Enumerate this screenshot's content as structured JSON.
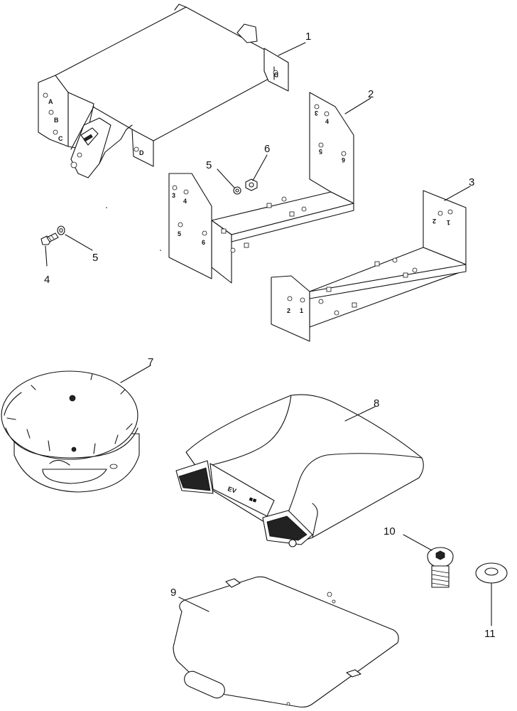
{
  "callouts": {
    "c1": "1",
    "c2": "2",
    "c3": "3",
    "c4": "4",
    "c5a": "5",
    "c5b": "5",
    "c6": "6",
    "c7": "7",
    "c8": "8",
    "c9": "9",
    "c10": "10",
    "c11": "11"
  },
  "bracket1_marks": {
    "a": "A",
    "b": "B",
    "c": "C",
    "d1": "D",
    "d2": "D"
  },
  "bracket2_marks": {
    "l3": "3",
    "l4": "4",
    "l5": "5",
    "l6": "6",
    "r3": "3",
    "r4": "4",
    "r5": "5",
    "r6": "6"
  },
  "bracket3_marks": {
    "l2": "2",
    "l1": "1",
    "r2": "2",
    "r1": "1"
  }
}
